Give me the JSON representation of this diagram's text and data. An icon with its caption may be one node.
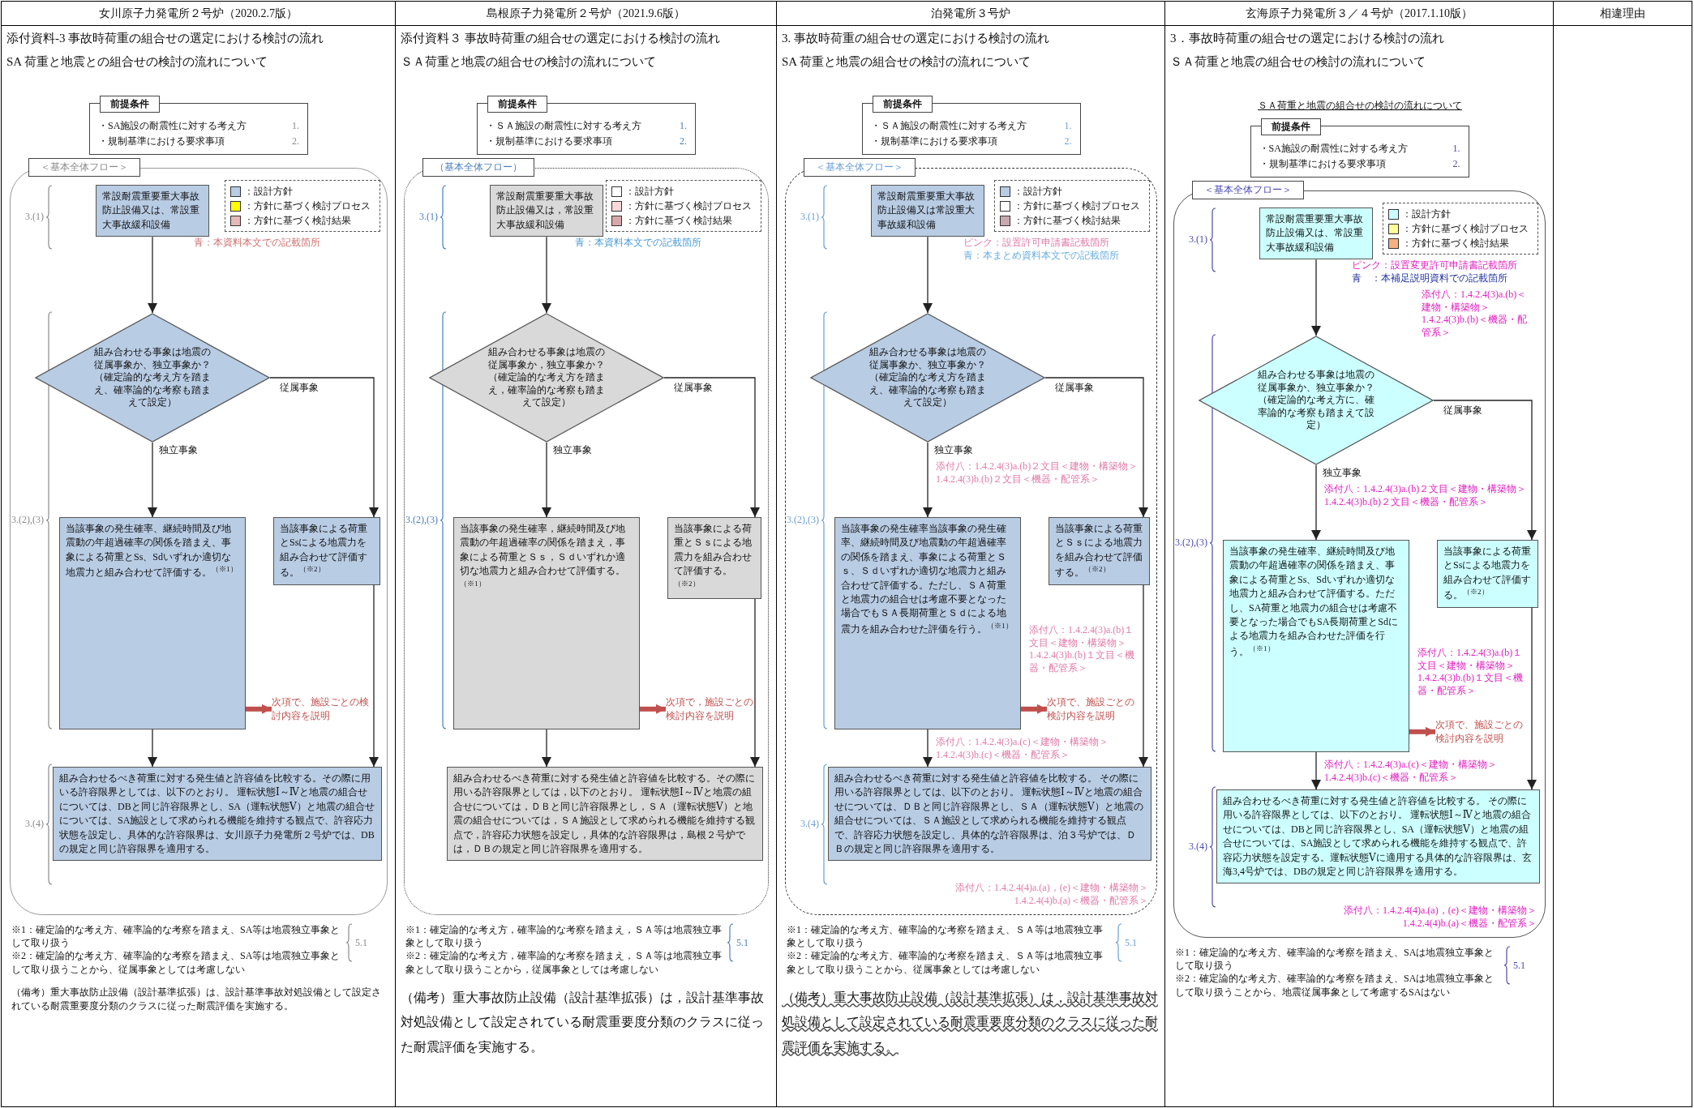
{
  "diagram": {
    "nodes": [
      {
        "text": [
          "女川原子力発電所２号炉（2020.2.7版）"
        ]
      },
      {
        "text": [
          "島根原子力発電所２号炉（2021.9.6版）"
        ]
      },
      {
        "text": [
          "泊発電所３号炉"
        ]
      },
      {
        "text": [
          "玄海原子力発電所３／４号炉（2017.1.10版）"
        ]
      },
      {
        "text": [
          "相違理由"
        ]
      },
      {
        "text": [
          "添付資料-3 事故時荷重の組合せの選定における検討の流れ",
          "SA 荷重と地震との組合せの検討の流れについて"
        ]
      },
      {
        "text": [
          "前提条件",
          "・SA施設の耐震性に対する考え方",
          "1.",
          "・規制基準における要求事項",
          "2."
        ],
        "in": 5
      },
      {
        "text": [
          "＜基本全体フロー＞"
        ],
        "in": 5
      },
      {
        "text": [
          "常設耐震重要重大事故防止設備又は、常設重大事故緩和設備"
        ],
        "in": 7
      },
      {
        "text": [
          "組み合わせる事象は地震の従属事象か、独立事象か？（確定論的な考え方を踏まえ、確率論的な考察も踏まえて設定）"
        ],
        "in": 7
      },
      {
        "text": [
          "当該事象の発生確率、継続時間及び地震動の年超過確率の関係を踏まえ、事象による荷重とSs、Sdいずれか適切な地震力と組み合わせて評価する。$^{（※1）}$"
        ],
        "in": 7
      },
      {
        "text": [
          "当該事象による荷重とSsによる地震力を組み合わせて評価する。$^{（※2）}$"
        ],
        "in": 7
      },
      {
        "text": [
          "次項で、施設ごとの検討内容を説明"
        ],
        "in": 7
      },
      {
        "text": [
          "組み合わせるべき荷重に対する発生値と許容値を比較する。その際に用いる許容限界としては、以下のとおり。 運転状態Ⅰ～Ⅳと地震の組合せについては、DBと同じ許容限界とし、SA（運転状態Ⅴ）と地震の組合せについては、SA施設として求められる機能を維持する観点で、許容応力状態を設定し、具体的な許容限界は、女川原子力発電所２号炉では、DBの規定と同じ許容限界を適用する。"
        ],
        "in": 7
      },
      {
        "text": [
          "添付資料３ 事故時荷重の組合せの選定における検討の流れ",
          "ＳＡ荷重と地震の組合せの検討の流れについて",
          "（備考）重大事故防止設備（設計基準拡張）は，設計基準事故対処設備として設定されている耐震重要度分類のクラスに従った耐震評価を実施する。"
        ]
      },
      {
        "text": [
          "前提条件",
          "・ＳＡ施設の耐震性に対する考え方",
          "1.",
          "・規制基準における要求事項",
          "2."
        ],
        "in": 14
      },
      {
        "text": [
          "（基本全体フロー）"
        ],
        "in": 14
      },
      {
        "text": [
          "常設耐震重要重大事故防止設備又は，常設重大事故緩和設備"
        ],
        "in": 16
      },
      {
        "text": [
          "組み合わせる事象は地震の従属事象か，独立事象か？（確定論的な考え方を踏まえ，確率論的な考察も踏まえて設定）"
        ],
        "in": 16
      },
      {
        "text": [
          "当該事象の発生確率，継続時間及び地震動の年超過確率の関係を踏まえ，事象による荷重とＳｓ，Ｓｄいずれか適切な地震力と組み合わせて評価する。$^{（※1）}$"
        ],
        "in": 16
      },
      {
        "text": [
          "当該事象による荷重とＳｓによる地震力を組み合わせて評価する。$^{（※2）}$"
        ],
        "in": 16
      },
      {
        "text": [
          "次項で，施設ごとの検討内容を説明"
        ],
        "in": 16
      },
      {
        "text": [
          "組み合わせるべき荷重に対する発生値と許容値を比較する。その際に用いる許容限界としては，以下のとおり。 運転状態Ⅰ～Ⅳと地震の組合せについては，ＤＢと同じ許容限界とし，ＳＡ（運転状態Ⅴ）と地震の組合せについては，ＳＡ施設として求められる機能を維持する観点で，許容応力状態を設定し，具体的な許容限界は，島根２号炉では，ＤＢの規定と同じ許容限界を適用する。"
        ],
        "in": 16
      },
      {
        "text": [
          "3. 事故時荷重の組合せの選定における検討の流れ",
          "SA 荷重と地震の組合せの検討の流れについて",
          "（備考）重大事故防止設備（設計基準拡張）は，設計基準事故対処設備として設定されている耐震重要度分類のクラスに従った耐震評価を実施する。"
        ]
      },
      {
        "text": [
          "前提条件",
          "・ＳＡ施設の耐震性に対する考え方",
          "1.",
          "・規制基準における要求事項",
          "2."
        ],
        "in": 23
      },
      {
        "text": [
          "＜基本全体フロー＞"
        ],
        "in": 23
      },
      {
        "text": [
          "常設耐震重要重大事故防止設備又は常設重大事故緩和設備"
        ],
        "in": 25
      },
      {
        "text": [
          "組み合わせる事象は地震の従属事象か、独立事象か？（確定論的な考え方を踏まえ、確率論的な考察も踏まえて設定）"
        ],
        "in": 25
      },
      {
        "text": [
          "当該事象の発生確率当該事象の発生確率、継続時間及び地震動の年超過確率の関係を踏まえ、事象による荷重とＳｓ、Ｓｄいずれか適切な地震力と組み合わせて評価する。ただし、ＳＡ荷重と地震力の組合せは考慮不要となった場合でもＳＡ長期荷重とＳｄによる地震力を組み合わせた評価を行う。$^{（※1）}$"
        ],
        "in": 25
      },
      {
        "text": [
          "当該事象による荷重とＳｓによる地震力を組み合わせて評価する。$^{（※2）}$"
        ],
        "in": 25
      },
      {
        "text": [
          "次項で、施設ごとの検討内容を説明"
        ],
        "in": 25
      },
      {
        "text": [
          "組み合わせるべき荷重に対する発生値と許容値を比較する。 その際に用いる許容限界としては、以下のとおり。 運転状態Ⅰ～Ⅳと地震の組合せについては、ＤＢと同じ許容限界とし、ＳＡ（運転状態Ⅴ）と地震の組合せについては、ＳＡ施設として求められる機能を維持する観点で、許容応力状態を設定し、具体的な許容限界は、泊３号炉では、ＤＢの規定と同じ許容限界を適用する。"
        ],
        "in": 25
      },
      {
        "text": [
          "3．事故時荷重の組合せの選定における検討の流れ",
          "ＳＡ荷重と地震の組合せの検討の流れについて"
        ]
      },
      {
        "text": [
          "前提条件",
          "・SA施設の耐震性に対する考え方",
          "1.",
          "・規制基準における要求事項",
          "2."
        ],
        "in": 32
      },
      {
        "text": [
          "＜基本全体フロー＞"
        ],
        "in": 32
      },
      {
        "text": [
          "常設耐震重要重大事故防止設備又は、常設重大事故緩和設備"
        ],
        "in": 34
      },
      {
        "text": [
          "組み合わせる事象は地震の従属事象か、独立事象か？（確定論的な考え方に、確率論的な考察も踏まえて設定）"
        ],
        "in": 34
      },
      {
        "text": [
          "当該事象の発生確率、継続時間及び地震動の年超過確率の関係を踏まえ、事象による荷重とSs、Sdいずれか適切な地震力と組み合わせて評価する。ただし、SA荷重と地震力の組合せは考慮不要となった場合でもSA長期荷重とSdによる地震力を組み合わせた評価を行う。$^{（※1）}$"
        ],
        "in": 34
      },
      {
        "text": [
          "当該事象による荷重とSsによる地震力を組み合わせて評価する。$^{（※2）}$"
        ],
        "in": 34
      },
      {
        "text": [
          "次項で、施設ごとの検討内容を説明"
        ],
        "in": 34
      },
      {
        "text": [
          "組み合わせるべき荷重に対する発生値と許容値を比較する。 その際に用いる許容限界としては、以下のとおり。 運転状態Ⅰ～Ⅳと地震の組合せについては、DBと同じ許容限界とし、SA（運転状態Ⅴ）と地震の組合せについては、SA施設として求められる機能を維持する観点で、許容応力状態を設定する。運転状態Ⅴに適用する具体的な許容限界は、玄海3,4号炉では、DBの規定と同じ許容限界を適用する。"
        ],
        "in": 34
      },
      {
        "text": [],
        "shape": "box"
      }
    ],
    "edges": [
      {
        "from": 8,
        "to": 9,
        "arrow": "to"
      },
      {
        "from": 9,
        "to": 10,
        "arrow": "to",
        "label": "独立事象"
      },
      {
        "from": 9,
        "to": 11,
        "arrow": "to",
        "label": "従属事象"
      },
      {
        "from": 10,
        "to": 13,
        "arrow": "to"
      },
      {
        "from": 11,
        "to": 13,
        "arrow": "to"
      },
      {
        "from": 10,
        "to": 12,
        "arrow": "to",
        "style": "thick",
        "color": "#c0504d"
      },
      {
        "from": 17,
        "to": 18,
        "arrow": "to"
      },
      {
        "from": 18,
        "to": 19,
        "arrow": "to",
        "label": "独立事象"
      },
      {
        "from": 18,
        "to": 20,
        "arrow": "to",
        "label": "従属事象"
      },
      {
        "from": 19,
        "to": 22,
        "arrow": "to"
      },
      {
        "from": 20,
        "to": 22,
        "arrow": "to"
      },
      {
        "from": 19,
        "to": 21,
        "arrow": "to",
        "style": "thick",
        "color": "#c0504d"
      },
      {
        "from": 26,
        "to": 27,
        "arrow": "to"
      },
      {
        "from": 27,
        "to": 28,
        "arrow": "to",
        "label": "独立事象"
      },
      {
        "from": 27,
        "to": 29,
        "arrow": "to",
        "label": "従属事象"
      },
      {
        "from": 28,
        "to": 31,
        "arrow": "to"
      },
      {
        "from": 29,
        "to": 31,
        "arrow": "to"
      },
      {
        "from": 28,
        "to": 30,
        "arrow": "to",
        "style": "thick",
        "color": "#c0504d"
      },
      {
        "from": 35,
        "to": 36,
        "arrow": "to"
      },
      {
        "from": 36,
        "to": 37,
        "arrow": "to",
        "label": "独立事象"
      },
      {
        "from": 36,
        "to": 38,
        "arrow": "to",
        "label": "従属事象"
      },
      {
        "from": 37,
        "to": 40,
        "arrow": "to"
      },
      {
        "from": 38,
        "to": 40,
        "arrow": "to"
      },
      {
        "from": 37,
        "to": 39,
        "arrow": "to",
        "style": "thick",
        "color": "#c0504d"
      }
    ],
    "labels": [
      "3.(1)",
      "3.(2),(3)",
      "3.(4)",
      "青：本資料本文での記載箇所",
      "※1：確定論的な考え方、確率論的な考察を踏まえ、SA等は地震独立事象として取り扱う",
      "※2：確定論的な考え方、確率論的な考察を踏まえ、SA等は地震独立事象として取り扱うことから、従属事象としては考慮しない",
      "5.1",
      "（備考）重大事故防止設備（設計基準拡張）は、設計基準事故対処設備として設定されている耐震重要度分類のクラスに従った耐震評価を実施する。",
      "3.(1)",
      "3.(2),(3)",
      "青：本資料本文での記載箇所",
      "※1：確定論的な考え方，確率論的な考察を踏まえ，ＳＡ等は地震独立事象として取り扱う",
      "※2：確定論的な考え方，確率論的な考察を踏まえ，ＳＡ等は地震独立事象として取り扱うことから，従属事象としては考慮しない",
      "5.1",
      "3.(1)",
      "3.(2),(3)",
      "3.(4)",
      "ピンク：設置許可申請書記載箇所",
      "青：本まとめ資料本文での記載箇所",
      "添付八：1.4.2.4(3)a.(b)２文目＜建物・構築物＞",
      "1.4.2.4(3)b.(b)２文目＜機器・配管系＞",
      "添付八：1.4.2.4(3)a.(b)１文目＜建物・構築物＞",
      "1.4.2.4(3)b.(b)１文目＜機器・配管系＞",
      "添付八：1.4.2.4(3)a.(c)＜建物・構築物＞",
      "1.4.2.4(3)b.(c)＜機器・配管系＞",
      "添付八：1.4.2.4(4)a.(a)，(e)＜建物・構築物＞",
      "1.4.2.4(4)b.(a)＜機器・配管系＞",
      "※1：確定論的な考え方、確率論的な考察を踏まえ、ＳＡ等は地震独立事象として取り扱う",
      "※2：確定論的な考え方、確率論的な考察を踏まえ、ＳＡ等は地震独立事象として取り扱うことから、従属事象としては考慮しない",
      "5.1",
      "ＳＡ荷重と地震の組合せの検討の流れについて",
      "3.(1)",
      "3.(2),(3)",
      "3.(4)",
      "ピンク：設置変更許可申請書記載箇所",
      "青　：本補足説明資料での記載箇所",
      "添付八：1.4.2.4(3)a.(b)＜建物・構築物＞",
      "1.4.2.4(3)b.(b)＜機器・配管系＞",
      "添付八：1.4.2.4(3)a.(b)２文目＜建物・構築物＞",
      "1.4.2.4(3)b.(b)２文目＜機器・配管系＞",
      "添付八：1.4.2.4(3)a.(b)１文目＜建物・構築物＞",
      "1.4.2.4(3)b.(b)１文目＜機器・配管系＞",
      "添付八：1.4.2.4(3)a.(c)＜建物・構築物＞",
      "1.4.2.4(3)b.(c)＜機器・配管系＞",
      "添付八：1.4.2.4(4)a.(a)，(e)＜建物・構築物＞",
      "1.4.2.4(4)b.(a)＜機器・配管系＞",
      "※1：確定論的な考え方、確率論的な考察を踏まえ、SAは地震独立事象として取り扱う",
      "※2：確定論的な考え方、確率論的な考察を踏まえ、SAは地震独立事象として取り扱うことから、地震従属事象として考慮するSAはない",
      "5.1"
    ],
    "legend": [
      {
        "text": "：設計方針",
        "color": "#b8cce4"
      },
      {
        "text": "：方針に基づく検討プロセス",
        "color": "#ffff00"
      },
      {
        "text": "：方針に基づく検討結果",
        "color": "#e6b9b8"
      },
      {
        "text": "：設計方針",
        "color": "#ffffff"
      },
      {
        "text": "：方針に基づく検討プロセス",
        "color": "#f8d8d8"
      },
      {
        "text": "：方針に基づく検討結果",
        "color": "#d8a8a8"
      },
      {
        "text": "：設計方針",
        "color": "#b8cce4"
      },
      {
        "text": "：方針に基づく検討プロセス",
        "color": "#ffffff"
      },
      {
        "text": "：方針に基づく検討結果",
        "color": "#c9a9b0"
      },
      {
        "text": "：設計方針",
        "color": "#ccffff"
      },
      {
        "text": "：方針に基づく検討プロセス",
        "color": "#ffff99"
      },
      {
        "text": "：方針に基づく検討結果",
        "color": "#f4b183"
      }
    ]
  }
}
